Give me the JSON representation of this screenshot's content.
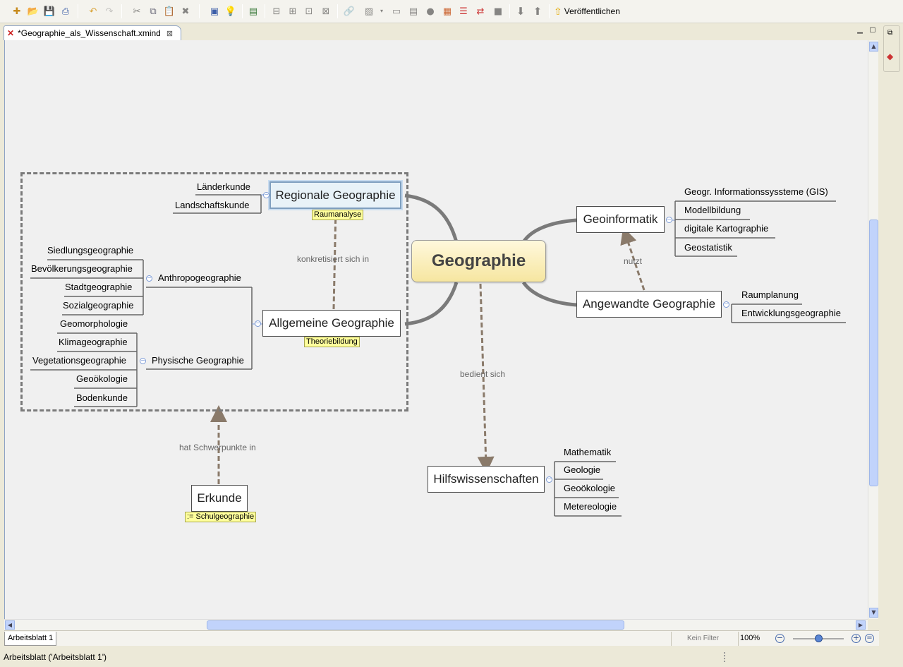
{
  "toolbar": {
    "publish_label": "Veröffentlichen"
  },
  "editor": {
    "tab_title": "*Geographie_als_Wissenschaft.xmind"
  },
  "map": {
    "central": "Geographie",
    "boundary_box": true,
    "regional": {
      "title": "Regionale Geographie",
      "label": "Raumanalyse",
      "subtopics": [
        "Länderkunde",
        "Landschaftskunde"
      ]
    },
    "allgemeine": {
      "title": "Allgemeine Geographie",
      "label": "Theoriebildung"
    },
    "anthropo": {
      "title": "Anthropogeographie",
      "subtopics": [
        "Siedlungsgeographie",
        "Bevölkerungsgeographie",
        "Stadtgeographie",
        "Sozialgeographie"
      ]
    },
    "physische": {
      "title": "Physische Geographie",
      "subtopics": [
        "Geomorphologie",
        "Klimageographie",
        "Vegetationsgeographie",
        "Geoökologie",
        "Bodenkunde"
      ]
    },
    "geoinformatik": {
      "title": "Geoinformatik",
      "subtopics": [
        "Geogr. Informationssyssteme (GIS)",
        "Modellbildung",
        "digitale Kartographie",
        "Geostatistik"
      ]
    },
    "angewandte": {
      "title": "Angewandte Geographie",
      "subtopics": [
        "Raumplanung",
        "Entwicklungsgeographie"
      ]
    },
    "hilfs": {
      "title": "Hilfswissenschaften",
      "subtopics": [
        "Mathematik",
        "Geologie",
        "Geoökologie",
        "Metereologie"
      ]
    },
    "erkunde": {
      "title": "Erkunde",
      "label": ":= Schulgeographie"
    },
    "relationships": {
      "konkretisiert": "konkretisiert sich in",
      "nutzt": "nutzt",
      "bedient": "bedient sich",
      "schwerpunkte": "hat Schwerpunkte in"
    }
  },
  "bottom": {
    "sheet_tab": "Arbeitsblatt 1",
    "filter": "Kein Filter",
    "zoom": "100%"
  },
  "status": {
    "text": "Arbeitsblatt ('Arbeitsblatt 1')"
  }
}
